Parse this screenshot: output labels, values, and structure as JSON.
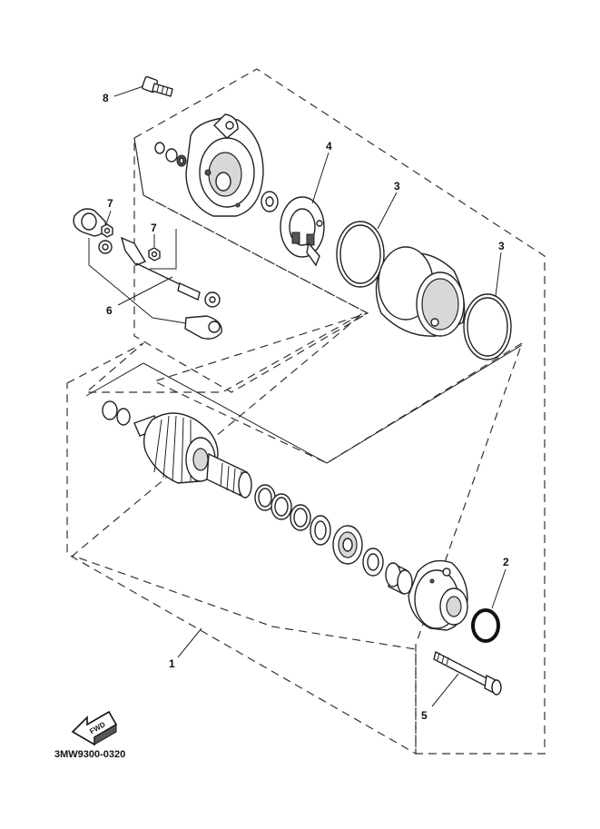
{
  "diagram": {
    "callouts": {
      "c1": "1",
      "c2": "2",
      "c3a": "3",
      "c3b": "3",
      "c4": "4",
      "c5": "5",
      "c6": "6",
      "c7a": "7",
      "c7b": "7",
      "c8": "8"
    },
    "fwd_label": "FWD",
    "drawing_code": "3MW9300-0320"
  }
}
